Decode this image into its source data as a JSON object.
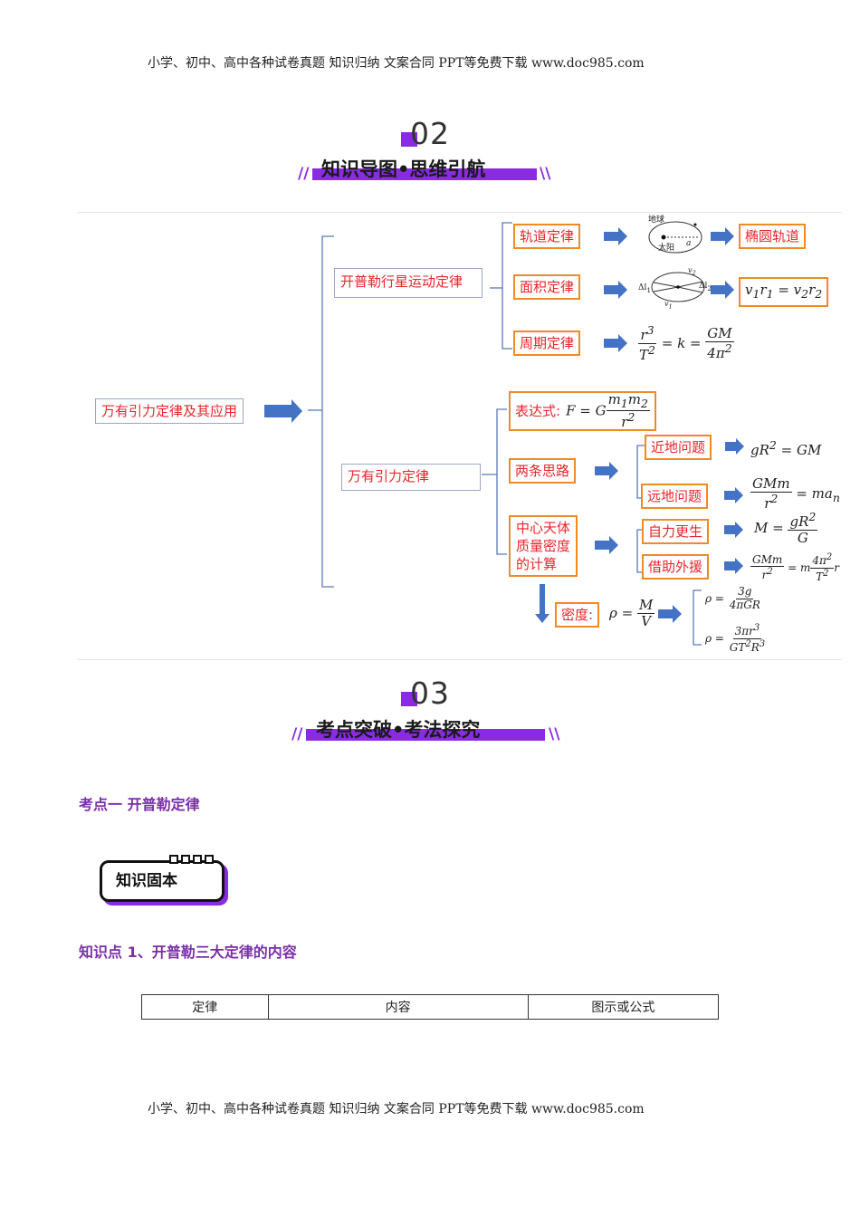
{
  "header": {
    "text": "小学、初中、高中各种试卷真题  知识归纳  文案合同  PPT等免费下载      www.doc985.com"
  },
  "footer": {
    "text": "小学、初中、高中各种试卷真题  知识归纳  文案合同  PPT等免费下载      www.doc985.com"
  },
  "section2": {
    "number": "02",
    "title": "知识导图•思维引航",
    "slash_left": "//",
    "slash_right": "\\\\"
  },
  "section3": {
    "number": "03",
    "title": "考点突破•考法探究",
    "slash_left": "//",
    "slash_right": "\\\\"
  },
  "mindmap": {
    "root": "万有引力定律及其应用",
    "kepler": {
      "label": "开普勒行星运动定律",
      "law1": {
        "label": "轨道定律",
        "result": "椭圆轨道",
        "diagram_top": "地球",
        "diagram_sun": "太阳",
        "diagram_a": "a"
      },
      "law2": {
        "label": "面积定律",
        "dl_left": "Δl",
        "dl_right": "Δl",
        "v1": "v",
        "v2": "v",
        "sub1": "1",
        "sub2": "2"
      },
      "law3": {
        "label": "周期定律"
      }
    },
    "gravity": {
      "label": "万有引力定律",
      "expression": {
        "label": "表达式:"
      },
      "two_ideas": {
        "label": "两条思路",
        "near": "近地问题",
        "far": "远地问题"
      },
      "central_body": {
        "label_line1": "中心天体",
        "label_line2": "质量密度",
        "label_line3": "的计算",
        "self": "自力更生",
        "external": "借助外援"
      },
      "density": {
        "label": "密度:"
      }
    }
  },
  "topic1": {
    "heading": "考点一   开普勒定律"
  },
  "badge": {
    "label": "知识固本"
  },
  "point1": {
    "heading": "知识点 1、开普勒三大定律的内容"
  },
  "table": {
    "headers": [
      "定律",
      "内容",
      "图示或公式"
    ]
  },
  "colors": {
    "accent_purple": "#8a2be2",
    "heading_purple": "#7a2fa8",
    "box_red_text": "#e8262b",
    "box_orange_border": "#f08a24",
    "arrow_blue": "#4472c4"
  }
}
